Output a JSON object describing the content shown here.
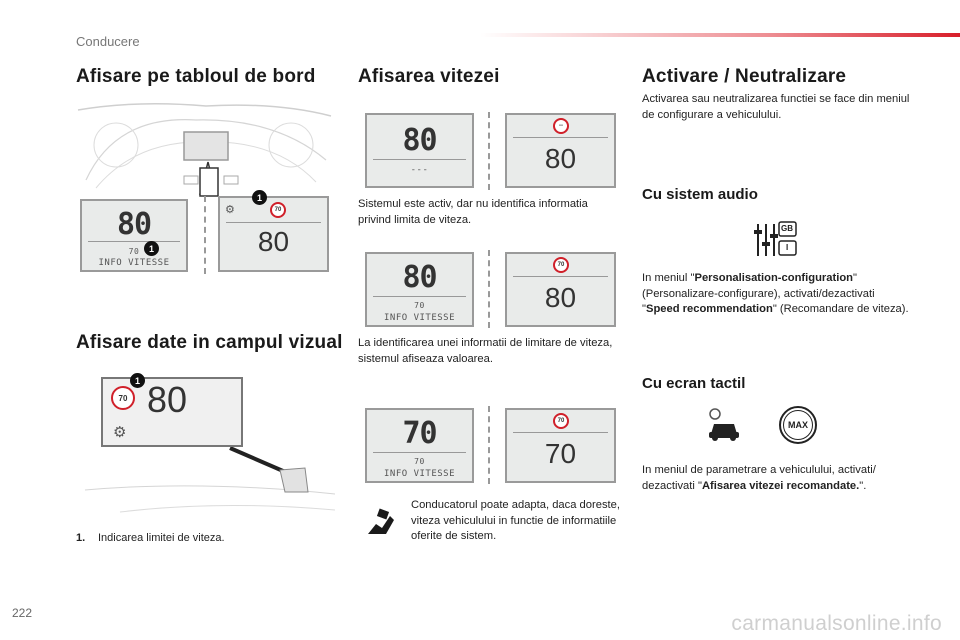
{
  "header": {
    "section": "Conducere"
  },
  "left": {
    "title1": "Afisare pe tabloul de bord",
    "title2": "Afisare date in campul vizual",
    "dash_display": {
      "speed": "80",
      "limit": "70",
      "info": "INFO VITESSE"
    },
    "callout_display": {
      "limit": "70",
      "speed": "80"
    },
    "hud_display": {
      "limit": "70",
      "speed": "80"
    },
    "callout_number": "1",
    "legend_number": "1.",
    "legend_text": "Indicarea limitei de viteza."
  },
  "middle": {
    "title": "Afisarea vitezei",
    "pair1": {
      "left_speed": "80",
      "left_dashes": "---",
      "sign": "--",
      "right_speed": "80"
    },
    "pair2": {
      "left_speed": "80",
      "left_limit": "70",
      "left_info": "INFO VITESSE",
      "sign": "70",
      "right_speed": "80"
    },
    "pair3": {
      "left_speed": "70",
      "left_limit": "70",
      "left_info": "INFO VITESSE",
      "sign": "70",
      "right_speed": "70"
    },
    "text1": "Sistemul este activ, dar nu identifica informatia privind limita de viteza.",
    "text2": "La identificarea unei informatii de limitare de viteza, sistemul afiseaza valoarea.",
    "text3": "Conducatorul poate adapta, daca doreste, viteza vehiculului in functie de informatiile oferite de sistem."
  },
  "right": {
    "title": "Activare / Neutralizare",
    "intro": "Activarea sau neutralizarea functiei se face din meniul de configurare a vehiculului.",
    "audio_title": "Cu sistem audio",
    "audio_icon_label_gb": "GB",
    "audio_icon_label_i": "I",
    "audio_pre": "In meniul \"",
    "audio_b1": "Personalisation-configuration",
    "audio_mid1": "\" (Personalizare-configurare), activati/dezactivati \"",
    "audio_b2": "Speed recommendation",
    "audio_post": "\" (Recomandare de viteza).",
    "touch_title": "Cu ecran tactil",
    "max_label": "MAX",
    "touch_pre": "In meniul de parametrare a vehiculului, activati/ dezactivati \"",
    "touch_b": "Afisarea vitezei recomandate.",
    "touch_post": "\"."
  },
  "footer": {
    "page": "222",
    "watermark": "carmanualsonline.info"
  },
  "colors": {
    "accent": "#d81e2a"
  }
}
